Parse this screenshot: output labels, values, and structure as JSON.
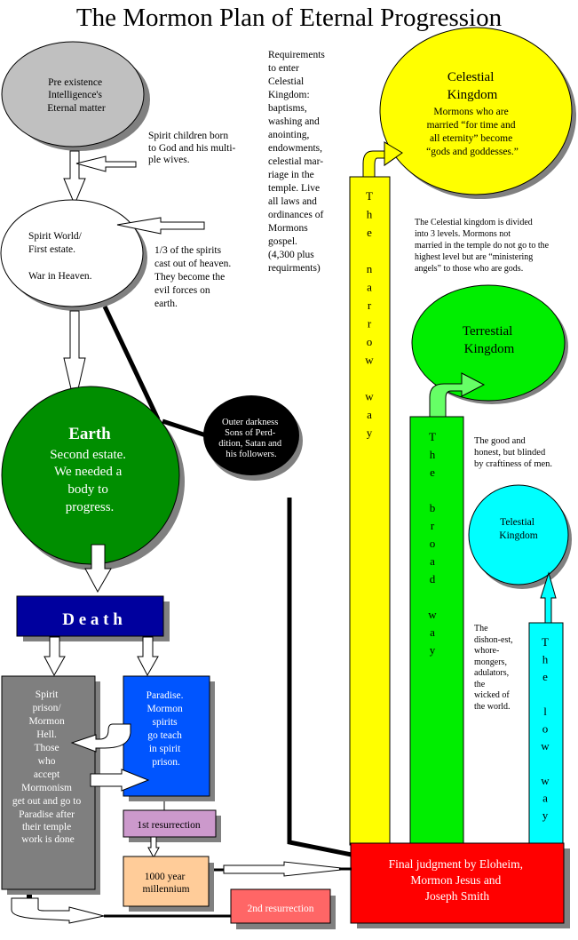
{
  "title": "The Mormon Plan of Eternal Progression",
  "colors": {
    "preexistence": "#c0c0c0",
    "spirit_world": "#ffffff",
    "earth": "#008e00",
    "outer_darkness": "#000000",
    "death": "#00009e",
    "spirit_prison": "#808080",
    "paradise": "#0055ff",
    "first_resurrection": "#cc99cc",
    "millennium": "#ffcc99",
    "second_resurrection": "#ff6666",
    "final_judgment": "#ff0000",
    "celestial": "#ffff00",
    "terrestial": "#00ee00",
    "telestial": "#00ffff",
    "shadow": "#808080"
  },
  "nodes": {
    "preexistence": [
      "Pre existence",
      "Intelligence's",
      "Eternal matter"
    ],
    "spirit_world": [
      "Spirit World/",
      "First estate.",
      "",
      "War in Heaven."
    ],
    "earth_title": "Earth",
    "earth_body": [
      "Second estate.",
      "We needed a",
      "body to",
      "progress."
    ],
    "outer_darkness": [
      "Outer darkness",
      "Sons of Perd-",
      "dition, Satan and",
      "his followers."
    ],
    "death": "D e a t h",
    "spirit_prison": [
      "Spirit",
      "prison/",
      "Mormon",
      "Hell.",
      "Those",
      "who",
      "accept",
      "Mormonism",
      "get out and go to",
      "Paradise after",
      "their temple",
      "work is done"
    ],
    "paradise": [
      "Paradise.",
      "Mormon",
      "spirits",
      "go teach",
      "in spirit",
      "prison."
    ],
    "first_resurrection": "1st resurrection",
    "millennium": [
      "1000 year",
      "millennium"
    ],
    "second_resurrection": "2nd resurrection",
    "final_judgment": [
      "Final judgment by Eloheim,",
      "Mormon Jesus and",
      "Joseph Smith"
    ],
    "celestial_title": [
      "Celestial",
      "Kingdom"
    ],
    "celestial_body": [
      "Mormons who are",
      "married “for time and",
      "all eternity” become",
      "“gods and goddesses.”"
    ],
    "terrestial": [
      "Terrestial",
      "Kingdom"
    ],
    "telestial": [
      "Telestial",
      "Kingdom"
    ]
  },
  "paths": {
    "narrow": [
      "T",
      "h",
      "e",
      "",
      "n",
      "a",
      "r",
      "r",
      "o",
      "w",
      "",
      "w",
      "a",
      "y"
    ],
    "broad": [
      "T",
      "h",
      "e",
      "",
      "b",
      "r",
      "o",
      "a",
      "d",
      "",
      "w",
      "a",
      "y"
    ],
    "low": [
      "T",
      "h",
      "e",
      "",
      "l",
      "o",
      "w",
      "",
      "w",
      "a",
      "y"
    ]
  },
  "notes": {
    "spirit_children": "Spirit children born\nto God and his multi-\nple wives.",
    "cast_out": "1/3 of the spirits\ncast out of heaven.\nThey become the\nevil forces on\nearth.",
    "requirements": "Requirements\nto enter\nCelestial\nKingdom:\nbaptisms,\nwashing and\nanointing,\nendowments,\ncelestial mar-\nriage in the\ntemple. Live\nall laws and\nordinances of\nMormons\ngospel.\n(4,300 plus\nrequirments)",
    "celestial_levels": "The Celestial  kingdom is divided\ninto 3 levels. Mormons not\nmarried in the temple do not go to the\nhighest level but are “ministering\nangels” to those who are gods.",
    "good_honest": "The good and\nhonest, but blinded\nby craftiness of men.",
    "dishonest": "The\ndishon-est,\nwhore-\nmongers,\nadulators,\nthe\nwicked of\nthe world."
  }
}
